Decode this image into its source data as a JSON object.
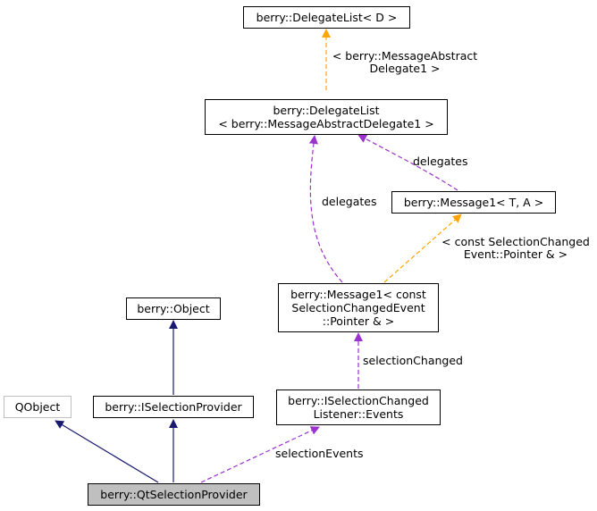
{
  "colors": {
    "inheritance": "#191970",
    "usage": "#9a32cd",
    "template": "#ffa500",
    "current_node_fill": "#bfbfbf",
    "external_node_border": "#bfbfbf"
  },
  "nodes": {
    "delegatelist_d": {
      "lines": [
        "berry::DelegateList< D >"
      ]
    },
    "delegatelist_mad1": {
      "lines": [
        "berry::DelegateList",
        "< berry::MessageAbstractDelegate1 >"
      ]
    },
    "message1_ta": {
      "lines": [
        "berry::Message1< T, A >"
      ]
    },
    "message1_sce": {
      "lines": [
        "berry::Message1< const",
        "SelectionChangedEvent",
        "::Pointer & >"
      ]
    },
    "object": {
      "lines": [
        "berry::Object"
      ]
    },
    "qobject": {
      "lines": [
        "QObject"
      ]
    },
    "iselectionprovider": {
      "lines": [
        "berry::ISelectionProvider"
      ]
    },
    "iscl_events": {
      "lines": [
        "berry::ISelectionChanged",
        "Listener::Events"
      ]
    },
    "qtselectionprovider": {
      "lines": [
        "berry::QtSelectionProvider"
      ]
    }
  },
  "edges": {
    "template_mad1": {
      "lines": [
        "< berry::MessageAbstract",
        "Delegate1 >"
      ]
    },
    "delegates_ta": {
      "lines": [
        "delegates"
      ]
    },
    "delegates_sce": {
      "lines": [
        "delegates"
      ]
    },
    "template_sce": {
      "lines": [
        "< const SelectionChanged",
        "Event::Pointer & >"
      ]
    },
    "selection_changed": {
      "lines": [
        "selectionChanged"
      ]
    },
    "selection_events": {
      "lines": [
        "selectionEvents"
      ]
    }
  }
}
